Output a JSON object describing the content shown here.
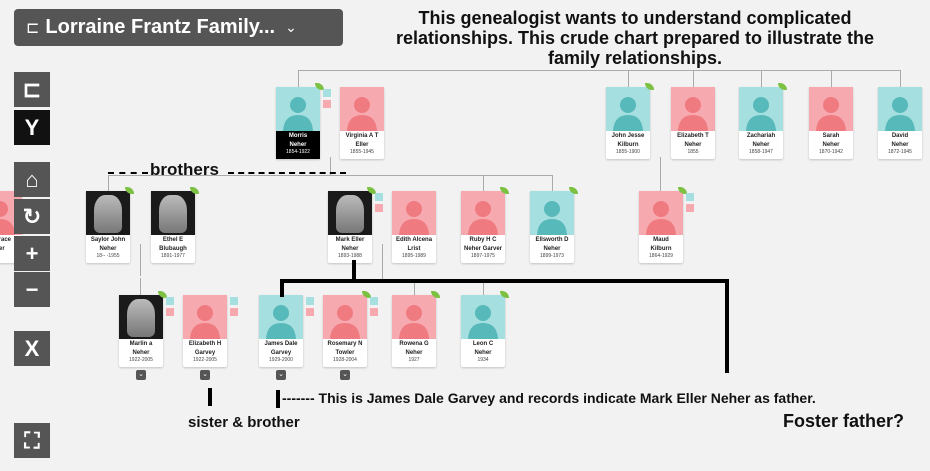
{
  "header": {
    "title": "Lorraine Frantz Family...",
    "icon": "tree-icon",
    "dropdown_icon": "chevron-down-icon"
  },
  "toolbar": [
    {
      "name": "family-view",
      "icon": "tree-icon",
      "glyph": "⊏"
    },
    {
      "name": "pedigree-view",
      "icon": "pedigree-icon",
      "glyph": "Y"
    },
    {
      "name": "home",
      "icon": "home-icon",
      "glyph": "⌂"
    },
    {
      "name": "reset",
      "icon": "rotate-icon",
      "glyph": "↻"
    },
    {
      "name": "zoom-in",
      "icon": "plus-icon",
      "glyph": "+"
    },
    {
      "name": "zoom-out",
      "icon": "minus-icon",
      "glyph": "−"
    },
    {
      "name": "dna",
      "icon": "dna-icon",
      "glyph": "X"
    },
    {
      "name": "fullscreen",
      "icon": "fullscreen-icon",
      "glyph": "⛶"
    }
  ],
  "people": [
    {
      "n1": "Morris",
      "n2": "Neher",
      "d": "1854-1922",
      "g": "m",
      "sel": true,
      "leaf": true,
      "par": true
    },
    {
      "n1": "Virginia A T",
      "n2": "Eller",
      "d": "1855-1945",
      "g": "f"
    },
    {
      "n1": "John Jesse",
      "n2": "Kilburn",
      "d": "1855-1900",
      "g": "m",
      "leaf": true
    },
    {
      "n1": "Elizabeth T",
      "n2": "Neher",
      "d": "1855",
      "g": "f"
    },
    {
      "n1": "Zachariah",
      "n2": "Neher",
      "d": "1858-1947",
      "g": "m",
      "leaf": true
    },
    {
      "n1": "Sarah",
      "n2": "Neher",
      "d": "1870-1942",
      "g": "f"
    },
    {
      "n1": "David",
      "n2": "Neher",
      "d": "1872-1945",
      "g": "m"
    },
    {
      "n1": "Saylor John",
      "n2": "Neher",
      "d": "18-- -1955",
      "g": "m",
      "photo": true,
      "leaf": true
    },
    {
      "n1": "Ethel E",
      "n2": "Blubaugh",
      "d": "1891-1977",
      "g": "f",
      "photo": true,
      "leaf": true
    },
    {
      "n1": "Mark Eller",
      "n2": "Neher",
      "d": "1893-1988",
      "g": "m",
      "photo": true,
      "leaf": true,
      "par": true
    },
    {
      "n1": "Edith Alcena",
      "n2": "Lrist",
      "d": "1895-1989",
      "g": "f"
    },
    {
      "n1": "Ruby H C",
      "n2": "Neher Garver",
      "d": "1897-1975",
      "g": "f",
      "leaf": true
    },
    {
      "n1": "Ellsworth D",
      "n2": "Neher",
      "d": "1899-1973",
      "g": "m",
      "leaf": true
    },
    {
      "n1": "Maud",
      "n2": "Kilburn",
      "d": "1864-1929",
      "g": "f",
      "leaf": true,
      "par": true
    },
    {
      "n1": "Marlin a",
      "n2": "Neher",
      "d": "1922-2005",
      "g": "m",
      "photo": true,
      "leaf": true,
      "par": true
    },
    {
      "n1": "Elizabeth H",
      "n2": "Garvey",
      "d": "1922-2005",
      "g": "f",
      "par": true
    },
    {
      "n1": "James Dale",
      "n2": "Garvey",
      "d": "1929-2000",
      "g": "m",
      "par": true
    },
    {
      "n1": "Rosemary N",
      "n2": "Towler",
      "d": "1928-2004",
      "g": "f",
      "leaf": true,
      "par": true
    },
    {
      "n1": "Rowena G",
      "n2": "Neher",
      "d": "1927",
      "g": "f",
      "leaf": true
    },
    {
      "n1": "Leon C",
      "n2": "Neher",
      "d": "1934",
      "g": "m",
      "leaf": true
    },
    {
      "n1": "a Grace",
      "n2": "ner",
      "d": "",
      "g": "f"
    }
  ],
  "annotations": {
    "title": "This genealogist wants to understand complicated relationships. This crude chart prepared to illustrate the family relationships.",
    "brothers": "brothers",
    "sister_brother": "sister & brother",
    "james": "------- This is James Dale Garvey and records indicate Mark Eller Neher as father.",
    "foster": "Foster father?"
  }
}
